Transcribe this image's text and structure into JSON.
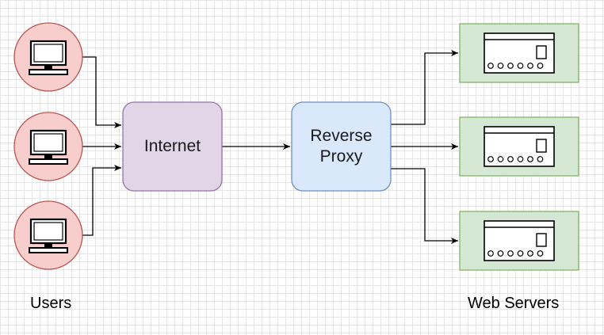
{
  "nodes": {
    "internet": {
      "label": "Internet",
      "fill": "#e1d5e7",
      "stroke": "#9673a6"
    },
    "proxy": {
      "label": "Reverse\nProxy",
      "fill": "#dae8fc",
      "stroke": "#6c8ebf"
    }
  },
  "users": {
    "label": "Users",
    "count": 3,
    "fill": "#f8cecc",
    "stroke": "#b85450",
    "icon": "desktop-computer-icon"
  },
  "servers": {
    "label": "Web Servers",
    "count": 3,
    "fill": "#d5e8d4",
    "stroke": "#82b366",
    "icon": "server-rack-icon"
  },
  "edges": [
    {
      "from": "user-1",
      "to": "internet"
    },
    {
      "from": "user-2",
      "to": "internet"
    },
    {
      "from": "user-3",
      "to": "internet"
    },
    {
      "from": "internet",
      "to": "proxy"
    },
    {
      "from": "proxy",
      "to": "server-1"
    },
    {
      "from": "proxy",
      "to": "server-2"
    },
    {
      "from": "proxy",
      "to": "server-3"
    }
  ]
}
